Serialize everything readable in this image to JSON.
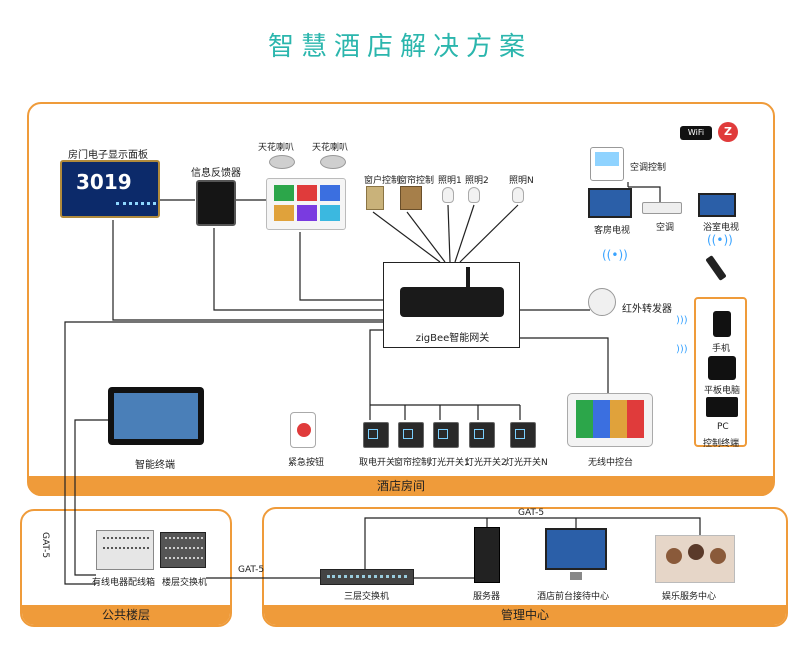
{
  "title": "智慧酒店解决方案",
  "regions": {
    "hotel_room": "酒店房间",
    "public_floor": "公共楼层",
    "management": "管理中心"
  },
  "room": {
    "door_panel_label": "房门电子显示面板",
    "door_number": "3019",
    "feedback_label": "信息反馈器",
    "speaker_left": "天花喇叭",
    "speaker_right": "天花喇叭",
    "curtain_outer": "窗户控制",
    "curtain_inner": "窗帘控制",
    "light1": "照明1",
    "light2": "照明2",
    "lightN": "照明N",
    "ac_control": "空调控制",
    "guest_tv": "客房电视",
    "ac": "空调",
    "bath_tv": "浴室电视",
    "gateway": "zigBee智能网关",
    "ir": "红外转发器",
    "control_terminal": "控制终端",
    "phone": "手机",
    "tablet": "平板电脑",
    "pc": "PC",
    "smart_terminal": "智能终端",
    "emergency": "紧急按钮",
    "sw_power": "取电开关",
    "sw_curtain": "窗帘控制",
    "sw_light1": "灯光开关1",
    "sw_light2": "灯光开关2",
    "sw_lightN": "灯光开关N",
    "wireless_console": "无线中控台"
  },
  "public": {
    "cabinet": "有线电器配线箱",
    "floor_switch": "楼层交换机",
    "gat5_vertical": "GAT-5",
    "gat5_link": "GAT-5"
  },
  "management": {
    "core_switch": "三层交换机",
    "server": "服务器",
    "reception": "酒店前台接待中心",
    "entertainment": "娱乐服务中心",
    "gat5_top": "GAT-5"
  },
  "badges": {
    "wifi": "WiFi",
    "zigbee": "Z"
  },
  "colors": {
    "accent": "#2bb6ad",
    "border": "#ef9b3a",
    "line": "#222222"
  }
}
